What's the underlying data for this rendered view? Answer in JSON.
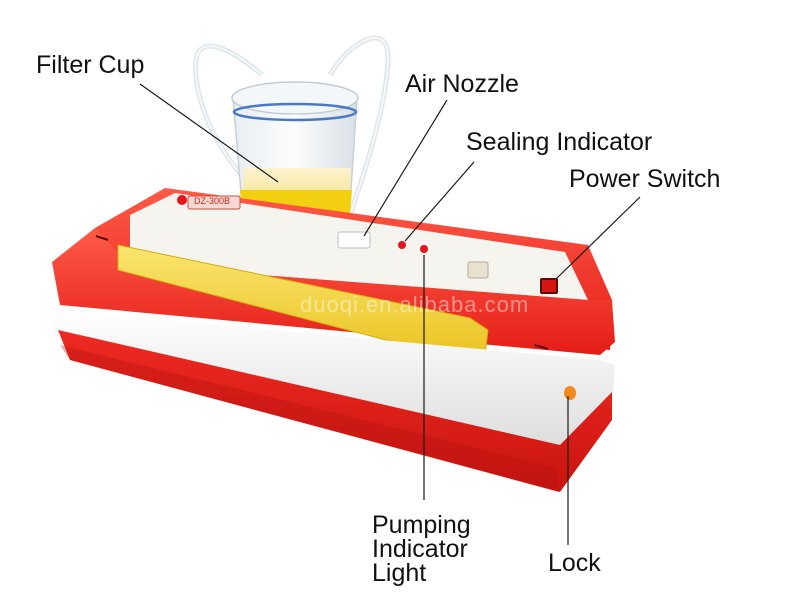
{
  "labels": {
    "filter_cup": "Filter Cup",
    "air_nozzle": "Air Nozzle",
    "sealing_indicator": "Sealing Indicator",
    "power_switch": "Power Switch",
    "pumping_indicator_line1": "Pumping",
    "pumping_indicator_line2": "Indicator",
    "pumping_indicator_line3": "Light",
    "lock": "Lock"
  },
  "device": {
    "model": "DZ-300B",
    "watermark": "duoqi.en.alibaba.com"
  },
  "colors": {
    "body_red": "#ee2a22",
    "panel_white": "#f6f4ef",
    "bar_yellow": "#f4d430",
    "indicator_red": "#e3161a",
    "lock_orange": "#f38a1d"
  }
}
